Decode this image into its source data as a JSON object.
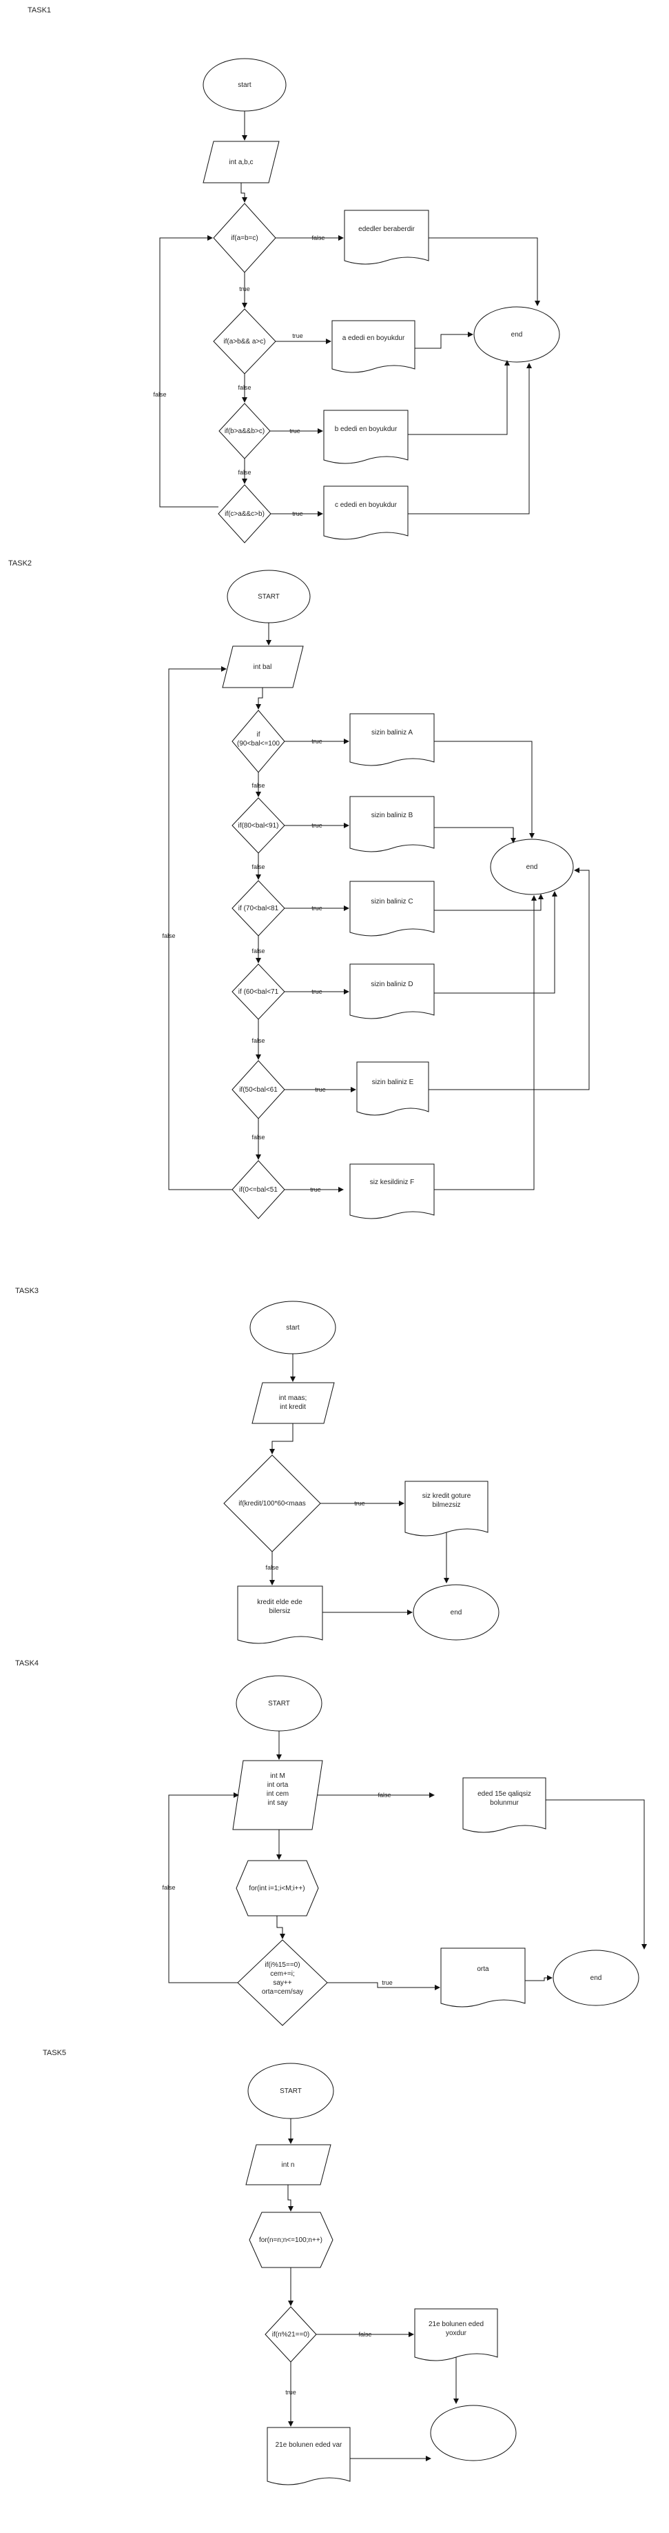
{
  "sections": {
    "task1": "TASK1",
    "task2": "TASK2",
    "task3": "TASK3",
    "task4": "TASK4",
    "task5": "TASK5"
  },
  "task1": {
    "start": "start",
    "input": "int a,b,c",
    "cond1": "if(a=b=c)",
    "equal": "ededler beraberdir",
    "cond2": "if(a>b&& a>c)",
    "a_big": "a ededi en boyukdur",
    "cond3": "if(b>a&&b>c)",
    "b_big": "b ededi en boyukdur",
    "cond4": "if(c>a&&c>b)",
    "c_big": "c ededi en boyukdur",
    "end": "end",
    "true": "true",
    "false": "false"
  },
  "task2": {
    "start": "START",
    "input": "int bal",
    "c1a": "if",
    "c1b": "(90<bal<=100",
    "c2": "if(80<bal<91)",
    "c3": "if (70<bal<81",
    "c4": "if (60<bal<71",
    "c5": "if(50<bal<61",
    "c6": "if(0<=bal<51",
    "g1": "sizin baliniz A",
    "g2": "sizin baliniz B",
    "g3": "sizin baliniz C",
    "g4": "sizin baliniz D",
    "g5": "sizin baliniz E",
    "g6": "siz kesildiniz F",
    "end": "end",
    "true": "true",
    "false": "false"
  },
  "task3": {
    "start": "start",
    "input1": "int maas;",
    "input2": "int kredit",
    "cond": "if(kredit/100*60<maas",
    "yes1": "siz kredit goture",
    "yes2": "bilmezsiz",
    "no1": "kredit elde ede",
    "no2": "bilersiz",
    "end": "end",
    "true": "true",
    "false": "false"
  },
  "task4": {
    "start": "START",
    "in1": "int M",
    "in2": "int orta",
    "in3": "int cem",
    "in4": "int say",
    "none1": "eded 15e qaliqsiz",
    "none2": "bolunmur",
    "loop": "for(int i=1;i<M;i++)",
    "c1": "if(i%15==0)",
    "c2": "cem+=i;",
    "c3": "say++",
    "c4": "orta=cem/say",
    "out": "orta",
    "end": "end",
    "true": "true",
    "false": "false"
  },
  "task5": {
    "start": "START",
    "input": "int n",
    "loop": "for(n=n;n<=100;n++)",
    "cond": "if(n%21==0)",
    "none1": "21e bolunen eded",
    "none2": "yoxdur",
    "out": "21e bolunen eded var",
    "true": "true",
    "false": "false"
  }
}
